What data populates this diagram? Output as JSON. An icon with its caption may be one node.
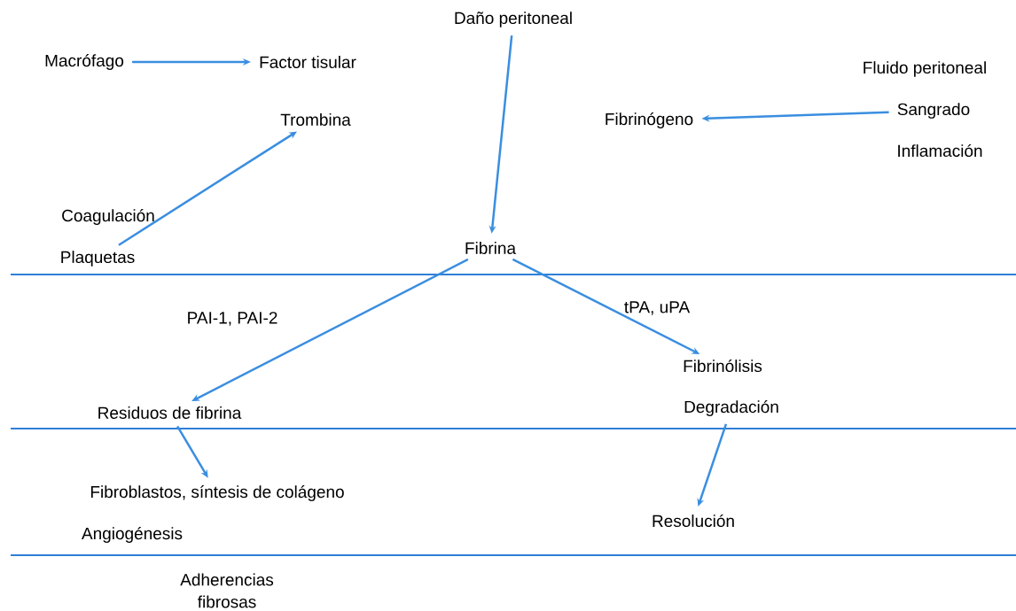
{
  "diagram": {
    "nodes": [
      {
        "text": [
          "Daño peritoneal"
        ]
      },
      {
        "text": [
          "Macrófago"
        ]
      },
      {
        "text": [
          "Factor tisular"
        ]
      },
      {
        "text": [
          "Trombina"
        ]
      },
      {
        "text": [
          "Fluido peritoneal"
        ]
      },
      {
        "text": [
          "Sangrado"
        ]
      },
      {
        "text": [
          "Fibrinógeno"
        ]
      },
      {
        "text": [
          "Inflamación"
        ]
      },
      {
        "text": [
          "Coagulación"
        ]
      },
      {
        "text": [
          "Plaquetas"
        ]
      },
      {
        "text": [
          "Fibrina"
        ]
      },
      {
        "text": [
          "PAI-1, PAI-2"
        ]
      },
      {
        "text": [
          "tPA, uPA"
        ]
      },
      {
        "text": [
          "Fibrinólisis"
        ]
      },
      {
        "text": [
          "Residuos de fibrina"
        ]
      },
      {
        "text": [
          "Degradación"
        ]
      },
      {
        "text": [
          "Fibroblastos, síntesis de colágeno"
        ]
      },
      {
        "text": [
          "Resolución"
        ]
      },
      {
        "text": [
          "Angiogénesis"
        ]
      },
      {
        "text": [
          "Adherencias fibrosas"
        ]
      }
    ],
    "edges": [
      {
        "from": 1,
        "to": 2,
        "arrow": "to"
      },
      {
        "from": 0,
        "to": 10,
        "arrow": "to"
      },
      {
        "from": 5,
        "to": 6,
        "arrow": "to"
      },
      {
        "from": 9,
        "to": 3,
        "arrow": "to"
      },
      {
        "from": 10,
        "to": 14,
        "arrow": "to"
      },
      {
        "from": 10,
        "to": 13,
        "arrow": "to"
      },
      {
        "from": 14,
        "to": 16,
        "arrow": "to"
      },
      {
        "from": 15,
        "to": 17,
        "arrow": "to"
      }
    ]
  }
}
